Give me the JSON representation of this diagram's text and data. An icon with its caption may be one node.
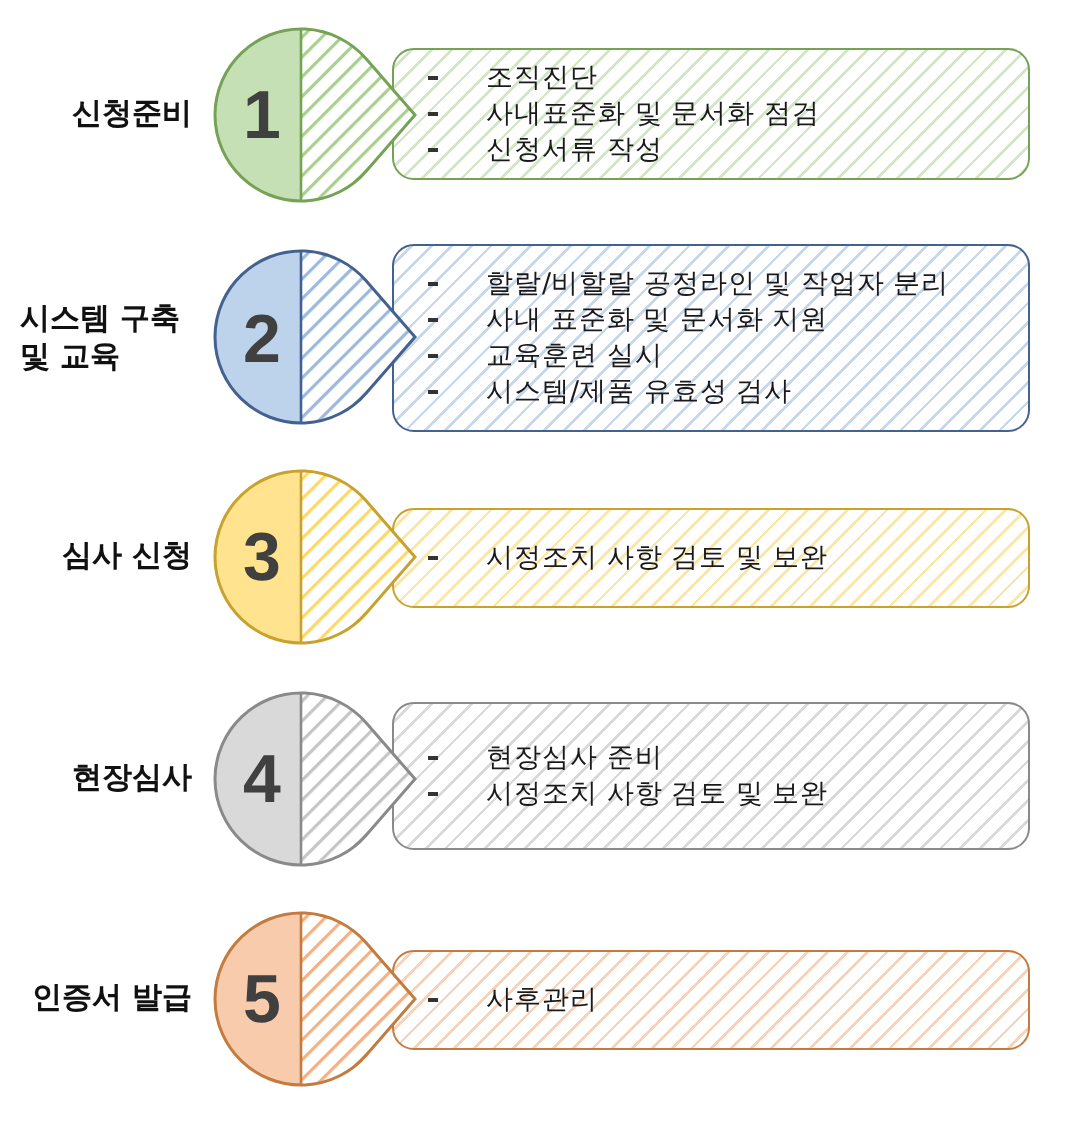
{
  "diagram": {
    "nodes": [
      {
        "text": [
          "1"
        ],
        "beside": [
          "신청준비"
        ]
      },
      {
        "text": [
          "조직진단",
          "사내표준화 및 문서화 점검",
          "신청서류 작성"
        ]
      },
      {
        "text": [
          "2"
        ],
        "beside": [
          "시스템 구축 및 교육"
        ]
      },
      {
        "text": [
          "할랄/비할랄 공정라인 및 작업자 분리",
          "사내 표준화 및 문서화 지원",
          "교육훈련 실시",
          "시스템/제품 유효성 검사"
        ]
      },
      {
        "text": [
          "3"
        ],
        "beside": [
          "심사 신청"
        ]
      },
      {
        "text": [
          "시정조치 사항 검토 및 보완"
        ]
      },
      {
        "text": [
          "4"
        ],
        "beside": [
          "현장심사"
        ]
      },
      {
        "text": [
          "현장심사 준비",
          "시정조치 사항 검토 및 보완"
        ]
      },
      {
        "text": [
          "5"
        ],
        "beside": [
          "인증서 발급"
        ]
      },
      {
        "text": [
          "사후관리"
        ]
      }
    ]
  }
}
